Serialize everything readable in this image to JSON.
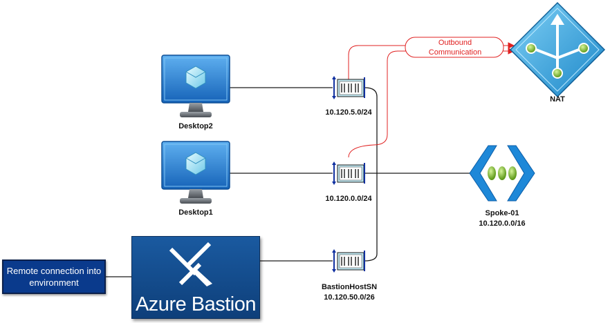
{
  "nodes": {
    "desktop2": {
      "label": "Desktop2"
    },
    "desktop1": {
      "label": "Desktop1"
    },
    "nat": {
      "label": "NAT"
    },
    "spoke": {
      "name": "Spoke-01",
      "cidr": "10.120.0.0/16"
    },
    "subnet_a": {
      "label": "10.120.5.0/24"
    },
    "subnet_b": {
      "label": "10.120.0.0/24"
    },
    "subnet_c": {
      "name": "BastionHostSN",
      "cidr": "10.120.50.0/26"
    },
    "bastion": {
      "label": "Azure Bastion"
    },
    "remote": {
      "label": "Remote connection into environment"
    }
  },
  "callout": {
    "line1": "Outbound",
    "line2": "Communication"
  },
  "colors": {
    "azure_blue": "#1a6fc4",
    "outbound_red": "#e02020",
    "remote_navy": "#0a3a8c"
  }
}
